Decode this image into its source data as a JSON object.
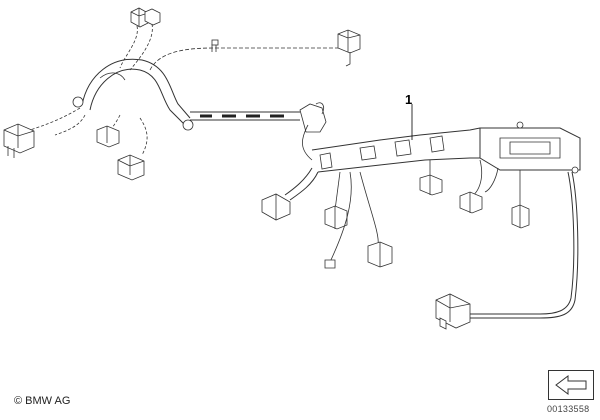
{
  "diagram": {
    "part_callout": "1",
    "copyright": "© BMW AG",
    "document_number": "00133558",
    "nav_arrow_icon": "arrow-left-icon"
  },
  "colors": {
    "line": "#333333",
    "wire": "#444444",
    "background": "#ffffff"
  }
}
